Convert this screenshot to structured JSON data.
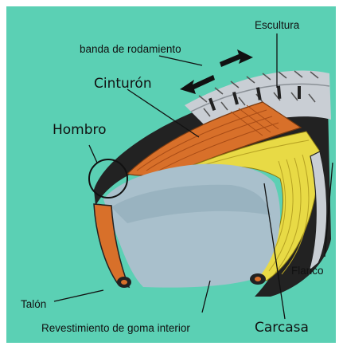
{
  "labels": {
    "escultura": "Escultura",
    "banda": "banda de rodamiento",
    "cinturon": "Cinturón",
    "hombro": "Hombro",
    "flanco": "Flanco",
    "talon": "Talón",
    "revestimiento": "Revestimiento de goma interior",
    "carcasa": "Carcasa"
  },
  "colors": {
    "background": "#5bd0b4",
    "tread_rubber": "#c9ced4",
    "belt": "#d8702a",
    "carcass_ply": "#e8da45",
    "inner_liner": "#a9c0cc",
    "rubber_dark": "#222222"
  }
}
